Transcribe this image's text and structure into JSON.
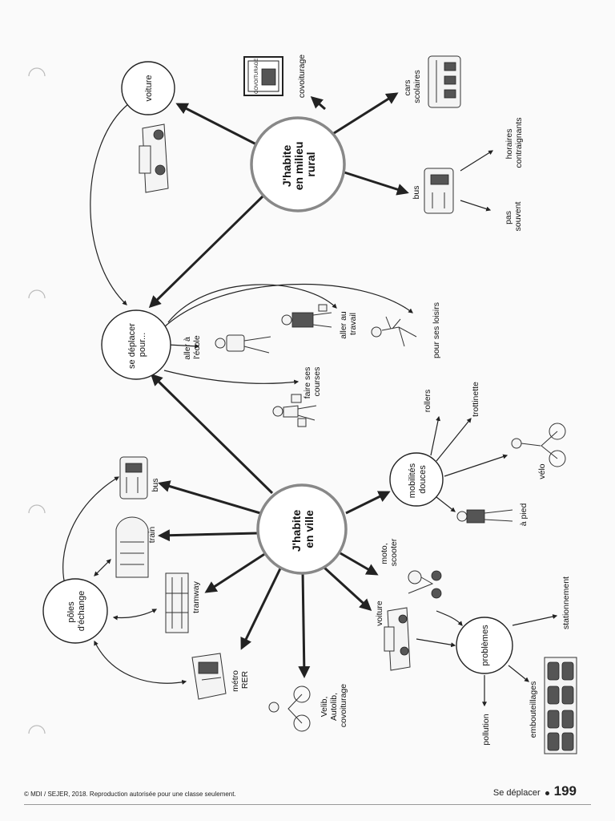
{
  "hubs": {
    "rural": "J'habite en milieu rural",
    "ville": "J'habite en ville"
  },
  "nodes": {
    "voiture": "voiture",
    "se_deplacer": "se déplacer pour...",
    "poles": "pôles d'échange",
    "mobilites": "mobilités douces",
    "problemes": "problèmes"
  },
  "rural_labels": {
    "covoiturage_sign": "COVOITURAGE",
    "covoiturage": "covoiturage",
    "cars_scolaires": "cars scolaires",
    "bus": "bus",
    "horaires": "horaires contraignants",
    "pas_souvent": "pas souvent"
  },
  "purpose_labels": {
    "ecole": "aller à l'école",
    "travail": "aller au travail",
    "loisirs": "pour ses loisirs",
    "courses": "faire ses courses"
  },
  "ville_labels": {
    "bus": "bus",
    "train": "train",
    "tramway": "tramway",
    "metro": "métro RER",
    "velib": "Velib, Autolib, covoiturage",
    "voiture": "voiture",
    "moto": "moto, scooter"
  },
  "douces_labels": {
    "rollers": "rollers",
    "trottinette": "trottinette",
    "velo": "vélo",
    "pied": "à pied"
  },
  "problem_labels": {
    "stationnement": "stationnement",
    "embouteillages": "embouteillages",
    "pollution": "pollution"
  },
  "footer": {
    "copyright": "© MDI / SEJER, 2018. Reproduction autorisée pour une classe seulement.",
    "section": "Se déplacer",
    "page": "199"
  }
}
